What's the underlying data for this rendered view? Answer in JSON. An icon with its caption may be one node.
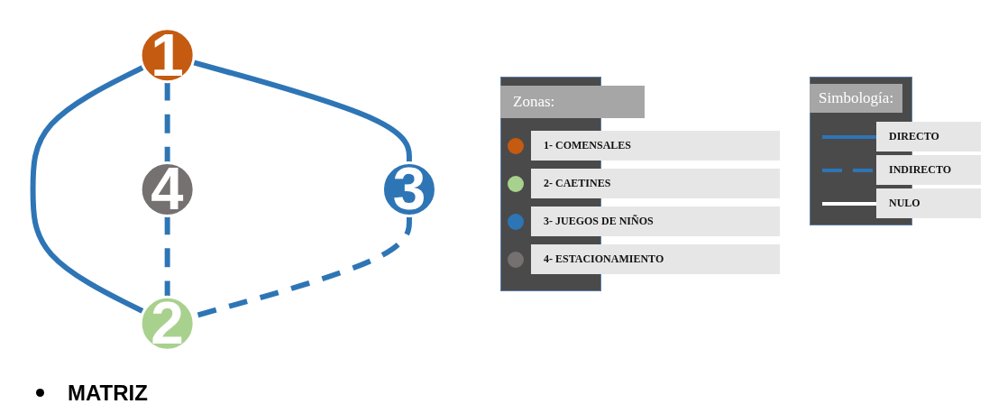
{
  "diagram": {
    "nodes": [
      {
        "text": [
          "1"
        ]
      },
      {
        "text": [
          "2"
        ]
      },
      {
        "text": [
          "3"
        ]
      },
      {
        "text": [
          "4"
        ]
      }
    ],
    "edges": [
      {
        "from": 0,
        "to": 1,
        "arrow": "none"
      },
      {
        "from": 0,
        "to": 2,
        "arrow": "none"
      },
      {
        "from": 0,
        "to": 3,
        "arrow": "none",
        "style": "dashed"
      },
      {
        "from": 3,
        "to": 1,
        "arrow": "none",
        "style": "dashed"
      },
      {
        "from": 2,
        "to": 1,
        "arrow": "none",
        "style": "dashed"
      }
    ],
    "labels": [
      "Zonas:",
      "Simbología:",
      "MATRIZ"
    ],
    "legend": [
      {
        "text": "1- COMENSALES",
        "color": "#c55a11"
      },
      {
        "text": "2- CAETINES",
        "color": "#a9d18e"
      },
      {
        "text": "3- JUEGOS DE NIÑOS",
        "color": "#2e75b6"
      },
      {
        "text": "4- ESTACIONAMIENTO",
        "color": "#767171"
      },
      {
        "text": "DIRECTO"
      },
      {
        "text": "INDIRECTO"
      },
      {
        "text": "NULO"
      }
    ]
  }
}
